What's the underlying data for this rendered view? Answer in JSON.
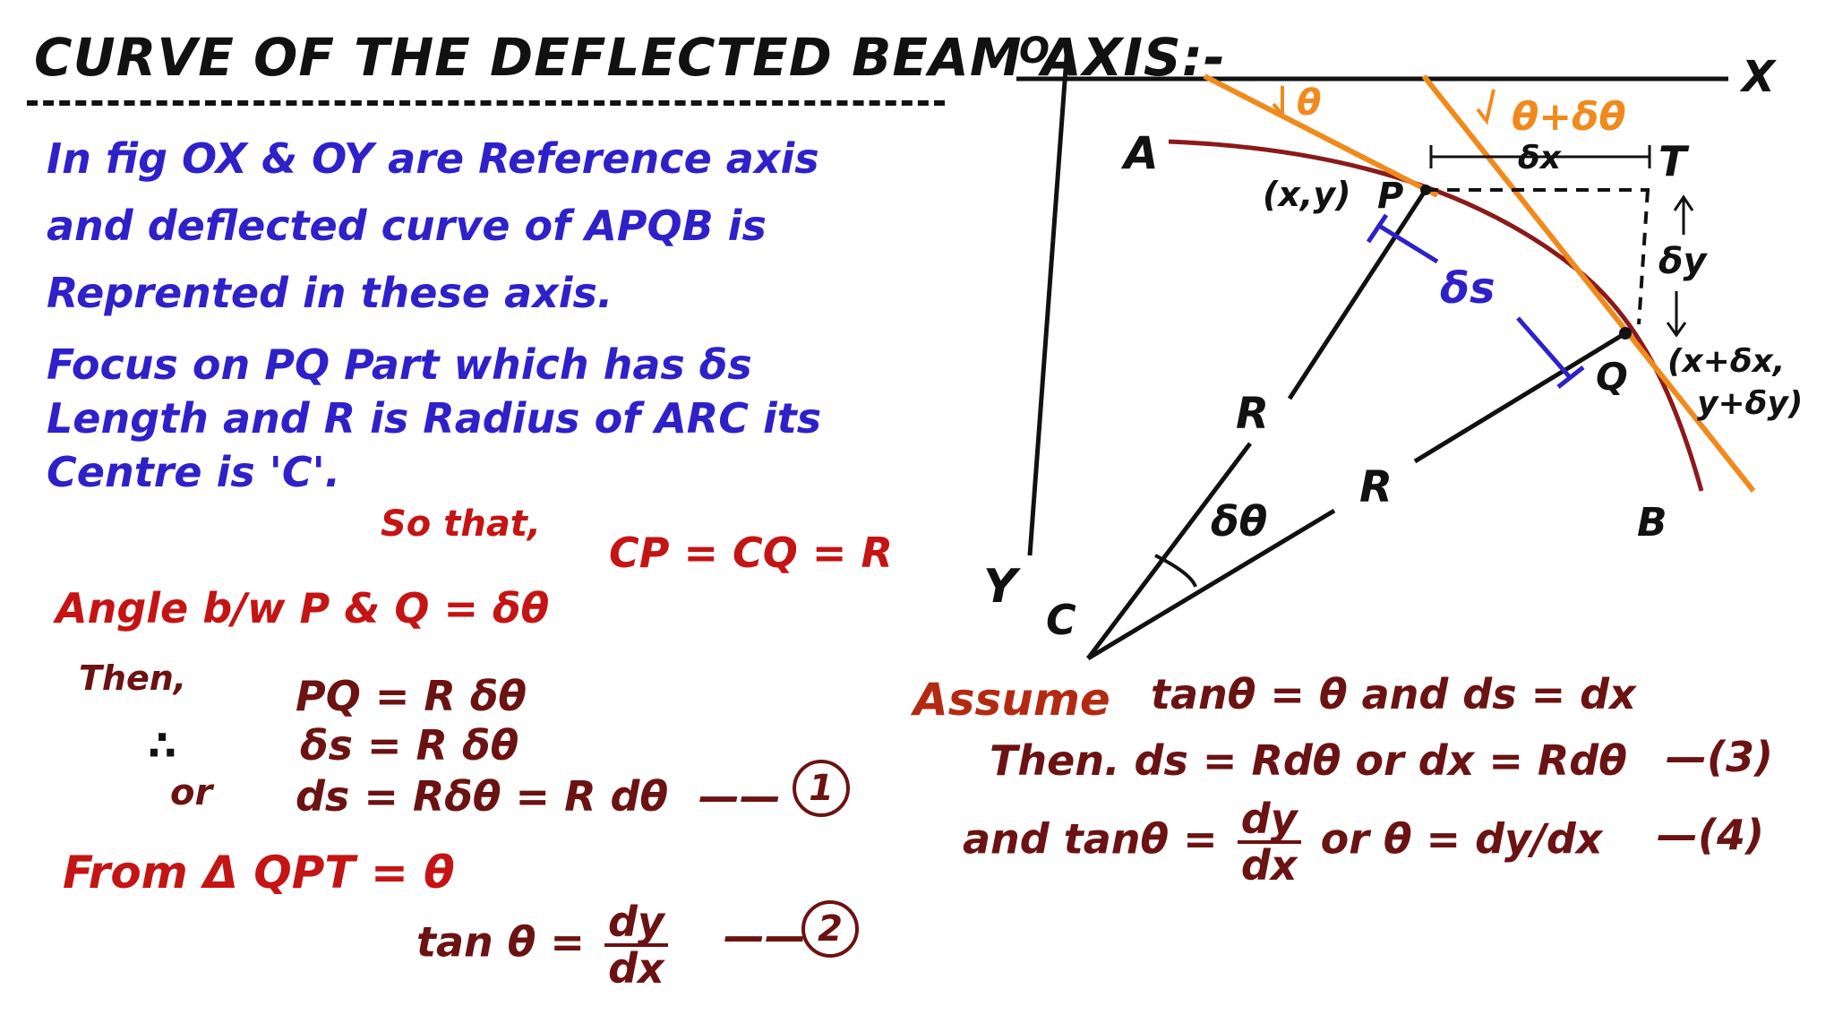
{
  "title": "CURVE OF THE DEFLECTED BEAM AXIS:-",
  "intro": {
    "line1": "In fig OX & OY are Reference axis",
    "line2": "and deflected curve of APQB is",
    "line3": "Reprented in these axis.",
    "line4": "Focus on PQ Part which has δs",
    "line5": "Length and R is Radius of ARC its",
    "line6": "Centre is 'C'."
  },
  "so_that": "So that,",
  "cp_eq": "CP = CQ = R",
  "angle_line": "Angle b/w P & Q = δθ",
  "then_label": "Then,",
  "eq_pq": "PQ = R δθ",
  "therefore_symbol": "∴",
  "eq_ds": "δs = R δθ",
  "or_label": "or",
  "eq1": "ds = Rδθ = R dθ",
  "eq1_dash": "——",
  "eq1_num": "1",
  "from_line": "From Δ QPT = θ",
  "eq2_lhs": "tan θ =",
  "eq2_num": "dy",
  "eq2_den": "dx",
  "eq2_dash": "——",
  "eq2_tag": "2",
  "assume_word": "Assume",
  "assume_rest": "tanθ = θ and ds = dx",
  "then_line": "Then. ds = Rdθ or dx = Rdθ",
  "tag3": "—(3)",
  "and_lhs": "and tanθ =",
  "and_num": "dy",
  "and_den": "dx",
  "and_or": "or",
  "and_rhs": "θ = dy/dx",
  "tag4": "—(4)",
  "diagram": {
    "label_o": "O",
    "label_x": "X",
    "label_y": "Y",
    "label_a": "A",
    "label_b": "B",
    "label_c": "C",
    "label_p": "P",
    "label_p_coord": "(x,y)",
    "label_q": "Q",
    "label_q_coord_1": "(x+δx,",
    "label_q_coord_2": "y+δy)",
    "label_t": "T",
    "label_dx": "δx",
    "label_dy": "δy",
    "label_ds": "δs",
    "label_theta": "θ",
    "label_theta_dtheta": "θ+δθ",
    "label_r1": "R",
    "label_r2": "R",
    "label_dtheta": "δθ",
    "colors": {
      "axes": "#111111",
      "curve": "#8b1a1a",
      "tangent": "#f08a1c",
      "blue": "#2e21c9",
      "red": "#c41414",
      "maroon": "#6b1212"
    }
  }
}
